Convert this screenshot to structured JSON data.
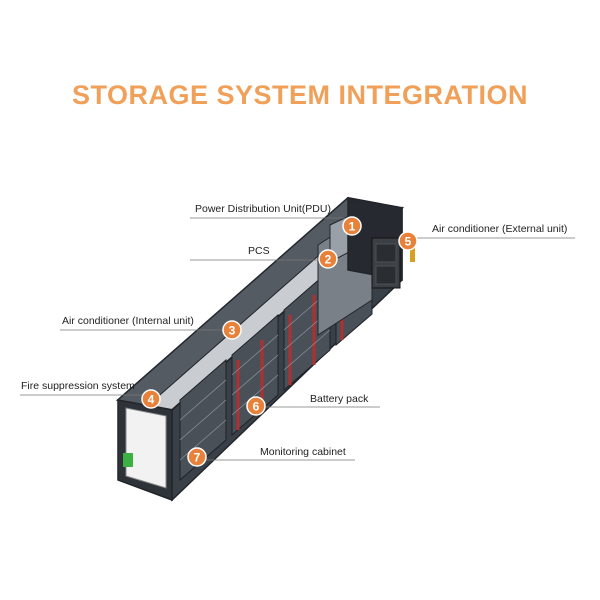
{
  "title": "STORAGE SYSTEM INTEGRATION",
  "colors": {
    "accent": "#f0a058",
    "marker": "#e8823a",
    "container_dark": "#2e333a",
    "container_mid": "#454b54",
    "container_light": "#6b7079",
    "battery_red": "#b03030",
    "leader_line": "#777777"
  },
  "components": [
    {
      "number": "1",
      "label": "Power Distribution Unit(PDU)"
    },
    {
      "number": "2",
      "label": "PCS"
    },
    {
      "number": "3",
      "label": "Air conditioner (Internal unit)"
    },
    {
      "number": "4",
      "label": "Fire suppression system"
    },
    {
      "number": "5",
      "label": "Air conditioner (External unit)"
    },
    {
      "number": "6",
      "label": "Battery pack"
    },
    {
      "number": "7",
      "label": "Monitoring cabinet"
    }
  ]
}
